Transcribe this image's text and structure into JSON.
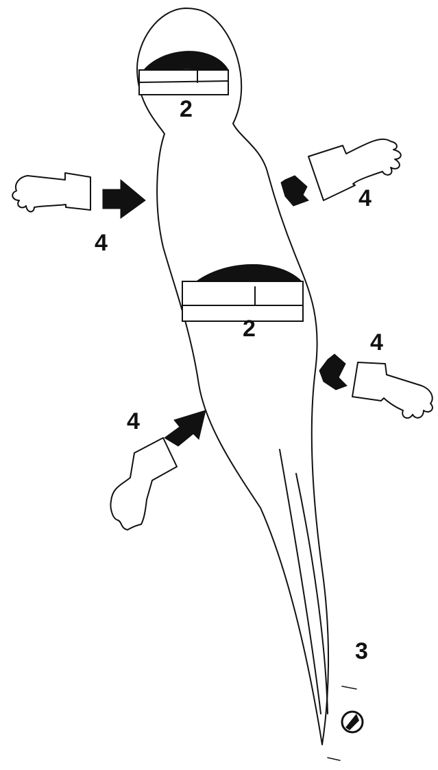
{
  "labels": {
    "band_head": "2",
    "band_mid": "2",
    "tail": "3",
    "leg_front_left": "4",
    "leg_front_right": "4",
    "leg_rear_right": "4",
    "leg_rear_left": "4"
  },
  "colors": {
    "ink": "#111111",
    "background": "#ffffff"
  }
}
